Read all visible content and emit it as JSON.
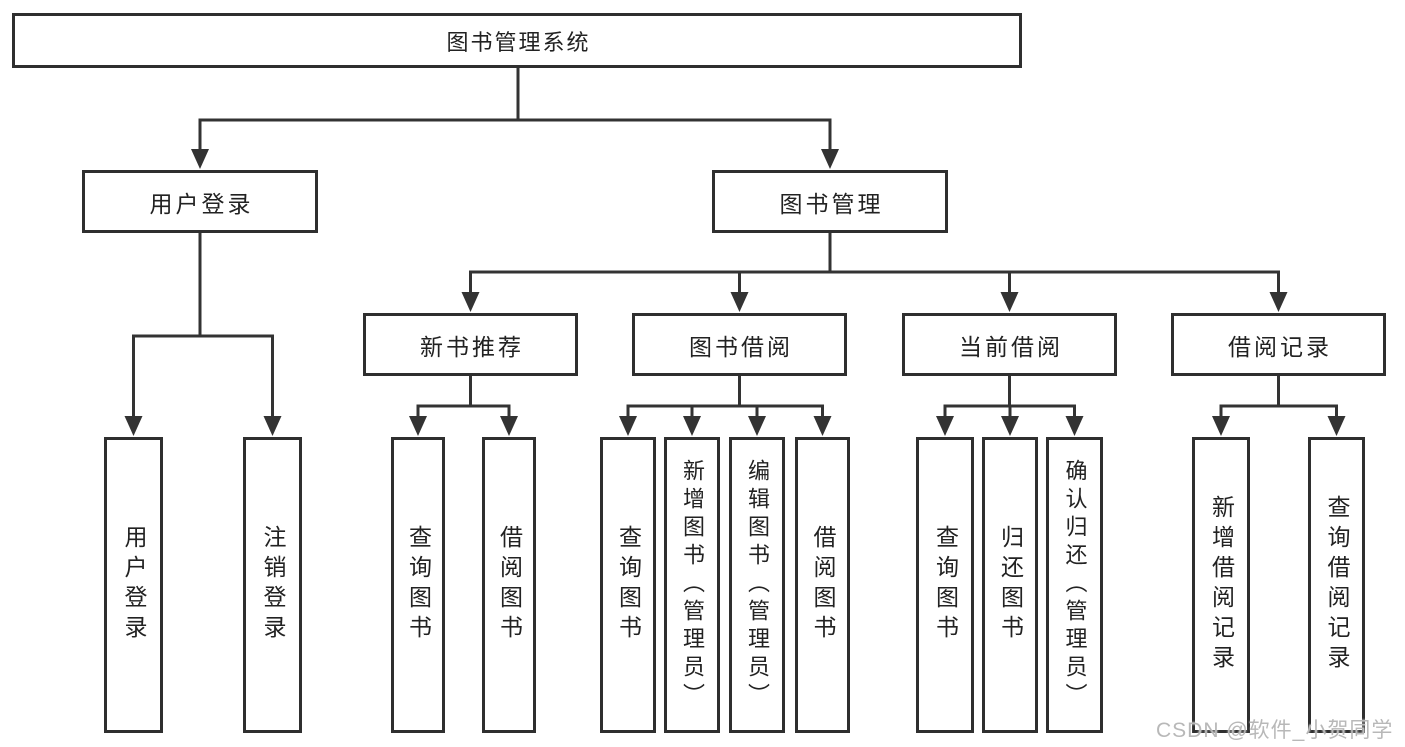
{
  "diagram": {
    "root": {
      "label": "图书管理系统",
      "children": [
        {
          "label": "用户登录",
          "children": [
            {
              "label": "用户登录"
            },
            {
              "label": "注销登录"
            }
          ]
        },
        {
          "label": "图书管理",
          "children": [
            {
              "label": "新书推荐",
              "children": [
                {
                  "label": "查询图书"
                },
                {
                  "label": "借阅图书"
                }
              ]
            },
            {
              "label": "图书借阅",
              "children": [
                {
                  "label": "查询图书"
                },
                {
                  "label": "新增图书（管理员）"
                },
                {
                  "label": "编辑图书（管理员）"
                },
                {
                  "label": "借阅图书"
                }
              ]
            },
            {
              "label": "当前借阅",
              "children": [
                {
                  "label": "查询图书"
                },
                {
                  "label": "归还图书"
                },
                {
                  "label": "确认归还（管理员）"
                }
              ]
            },
            {
              "label": "借阅记录",
              "children": [
                {
                  "label": "新增借阅记录"
                },
                {
                  "label": "查询借阅记录"
                }
              ]
            }
          ]
        }
      ]
    }
  },
  "watermark": {
    "text": "CSDN @软件_小贺同学"
  },
  "colors": {
    "line": "#333333",
    "box_border": "#2f2f2f",
    "text": "#222222",
    "watermark": "#b8b8b8",
    "background": "#ffffff"
  }
}
